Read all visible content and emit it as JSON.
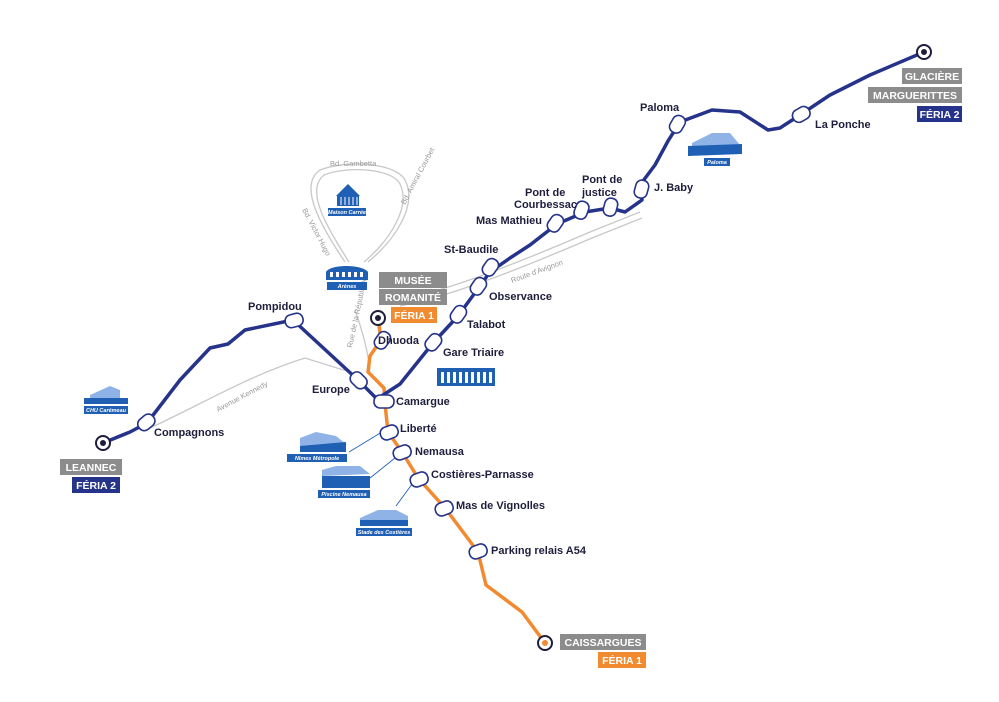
{
  "colors": {
    "feria1": "#f28a30",
    "feria2": "#26338a",
    "terminus_gray": "#8c8c8c",
    "street": "#c8c8c8",
    "landmark": "#1f5fb4",
    "label": "#1e1e3c"
  },
  "streets": {
    "gambetta": "Bd. Gambetta",
    "victor_hugo": "Bd. Victor Hugo",
    "amiral_courbet": "Bd. Amiral Courbet",
    "republique": "Rue de la République",
    "avignon": "Route d'Avignon",
    "kennedy": "Avenue Kennedy"
  },
  "landmarks": {
    "maison_carree": "Maison Carrée",
    "arenes": "Arènes",
    "paloma": "Paloma",
    "chu": "CHU Carémeau",
    "nimes_metropole": "Nîmes Métropole",
    "piscine": "Piscine Nemausa",
    "stade": "Stade des Costières"
  },
  "terminals": {
    "glaciere": {
      "names": [
        "GLACIÈRE",
        "MARGUERITTES"
      ],
      "line": "FÉRIA 2"
    },
    "leannec": {
      "names": [
        "LEANNEC"
      ],
      "line": "FÉRIA 2"
    },
    "musee": {
      "names": [
        "MUSÉE",
        "ROMANITÉ"
      ],
      "line": "FÉRIA 1"
    },
    "caissargues": {
      "names": [
        "CAISSARGUES"
      ],
      "line": "FÉRIA 1"
    }
  },
  "stations": {
    "paloma": "Paloma",
    "la_ponche": "La Ponche",
    "j_baby": "J. Baby",
    "pont_justice_1": "Pont de",
    "pont_justice_2": "justice",
    "pont_courbessac_1": "Pont de",
    "pont_courbessac_2": "Courbessac",
    "mas_mathieu": "Mas Mathieu",
    "st_baudile": "St-Baudile",
    "observance": "Observance",
    "talabot": "Talabot",
    "gare_triaire": "Gare Triaire",
    "dhuoda": "Dhuoda",
    "europe": "Europe",
    "camargue": "Camargue",
    "pompidou": "Pompidou",
    "compagnons": "Compagnons",
    "liberte": "Liberté",
    "nemausa": "Nemausa",
    "costieres": "Costières-Parnasse",
    "mas_vignolles": "Mas de Vignolles",
    "parking": "Parking relais A54"
  }
}
